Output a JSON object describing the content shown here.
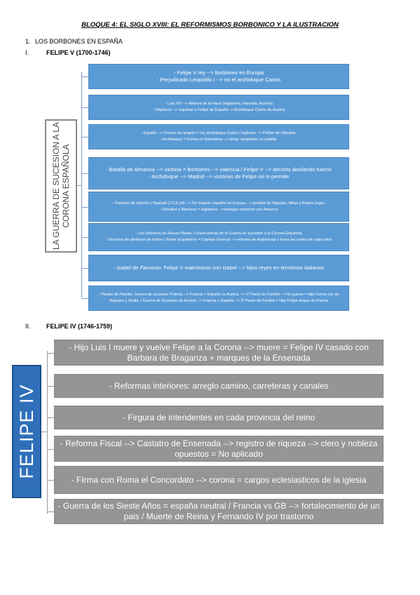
{
  "title": "BLOQUE 4: EL SIGLO XVIII: EL REFORMISMOS BORBONICO Y LA ILUSTRACION",
  "section1": {
    "number": "1.",
    "text": "LOS BORBONES EN ESPAÑA"
  },
  "subsection1": {
    "number": "I.",
    "text": "FELIPE V (1700-1746)"
  },
  "subsection2": {
    "number": "II.",
    "text": "FELIPE IV (1746-1759)"
  },
  "diagram1": {
    "label": "LA GUERRA DE SUCESION A LA CORONA ESPAÑOLA",
    "boxes": [
      {
        "lines": [
          "- Felipe V rey --> Borbones en Europa",
          "- Perjudicado Leopoldo I --> no el archiduque Carlos"
        ]
      },
      {
        "lines": [
          "- Luis XIV --> Alianza de la Haya (Inglaterra, Holanda, Austria)",
          "- Objetivos --> expulsar a Felipe de España--> Archiduque Carlos de Austria"
        ]
      },
      {
        "lines": [
          "- España --> Corona de aragon = rey archiduque Carlos / ingleses --> Peñon de Gibraltar.",
          "- Archiduque = Cortes en Barcelona --> dirige campañas vs castilla."
        ]
      },
      {
        "lines": [
          "- Batalla de Almansa --> victoria = Borbones --> valencia / Felipe V --> decreto aboliendo fueros",
          "- Archiduque --> Madrid --> victorias de Felipe no lo permite"
        ]
      },
      {
        "lines": [
          "- Tratados de Utrecht y Rastadt (1713-14) --> Fin Imperio español en Europa --> perdida de Napoles, Milan y Paises bajos.",
          "- Gibraltar y Menorca = Inglaterra -->ventajas comercio con America"
        ]
      },
      {
        "italic": "Los Decretos de Nueva Planta:",
        "lines": [
          "Consecuencia de la Guerra de sucesion a la Corona Española",
          "- Decretos de abolicion de fueros / frente el gobierno = Capitan General --> reforma de Audiencias y fuera las cortes de cada reino"
        ]
      },
      {
        "italic": "Isabel de Farnesio:",
        "lines": [
          "Felipe V matrimonio con Isabel --> hijos reyes en territorios italianos"
        ]
      },
      {
        "italic": "Pactos de Familia:",
        "lines": [
          "Guerra de sucesion Polonia --> Francia + España vs Austria --> 1º Pacto de Familia --> fin guerra = Hijo Carlos rey de Napoles y Sicilia. / Guerra de Sucesion de Austria --> Francia y España --> 2º Pacto de Familia = Hijo Felipe duque de Parma"
        ]
      }
    ]
  },
  "diagram2": {
    "label": "FELIPE IV",
    "boxes": [
      "- Hijo Luis I muere y vuelve Felipe a la Corona --> muere = Felipe IV casado con Barbara de Braganza + marques de la Ensenada",
      "- Reformas interiores: arreglo camino, carreteras y canales",
      "- Firgura de intendentes en cada provincia del reino",
      "- Reforma Fiscal --> Castatro de Ensenada --> registro de riqueza --> clero y nobleza opuestos = No aplicado",
      "- FIrma con Roma el Concordato --> corona = cargos eclesiasticos de la iglesia",
      "- Guerra de los Sieste Años = españa neutral / Francia vs GB --> fortalecimiento de un pais / Muerte de Reina y Fernando IV por trastorno"
    ]
  },
  "colors": {
    "blue_box": "#5b9bd5",
    "grey_box": "#959595",
    "label2_bg": "#2f6fba"
  }
}
